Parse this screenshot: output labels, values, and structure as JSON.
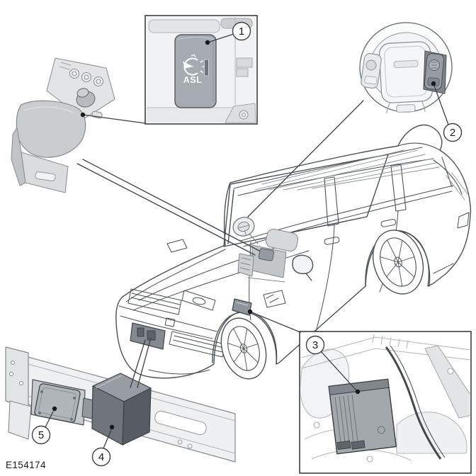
{
  "figure_code": "E154174",
  "callouts": [
    {
      "num": "1"
    },
    {
      "num": "2"
    },
    {
      "num": "3"
    },
    {
      "num": "4"
    },
    {
      "num": "5"
    }
  ],
  "asl_button": {
    "label": "ASL"
  },
  "palette": {
    "background": "#ffffff",
    "line_art": "#4b5055",
    "callout_line": "#3c4043",
    "inset_border": "#3a3e42",
    "shade_light": "#e8eaec",
    "shade_mid": "#a6abb1",
    "shade_dark": "#6f757b"
  }
}
